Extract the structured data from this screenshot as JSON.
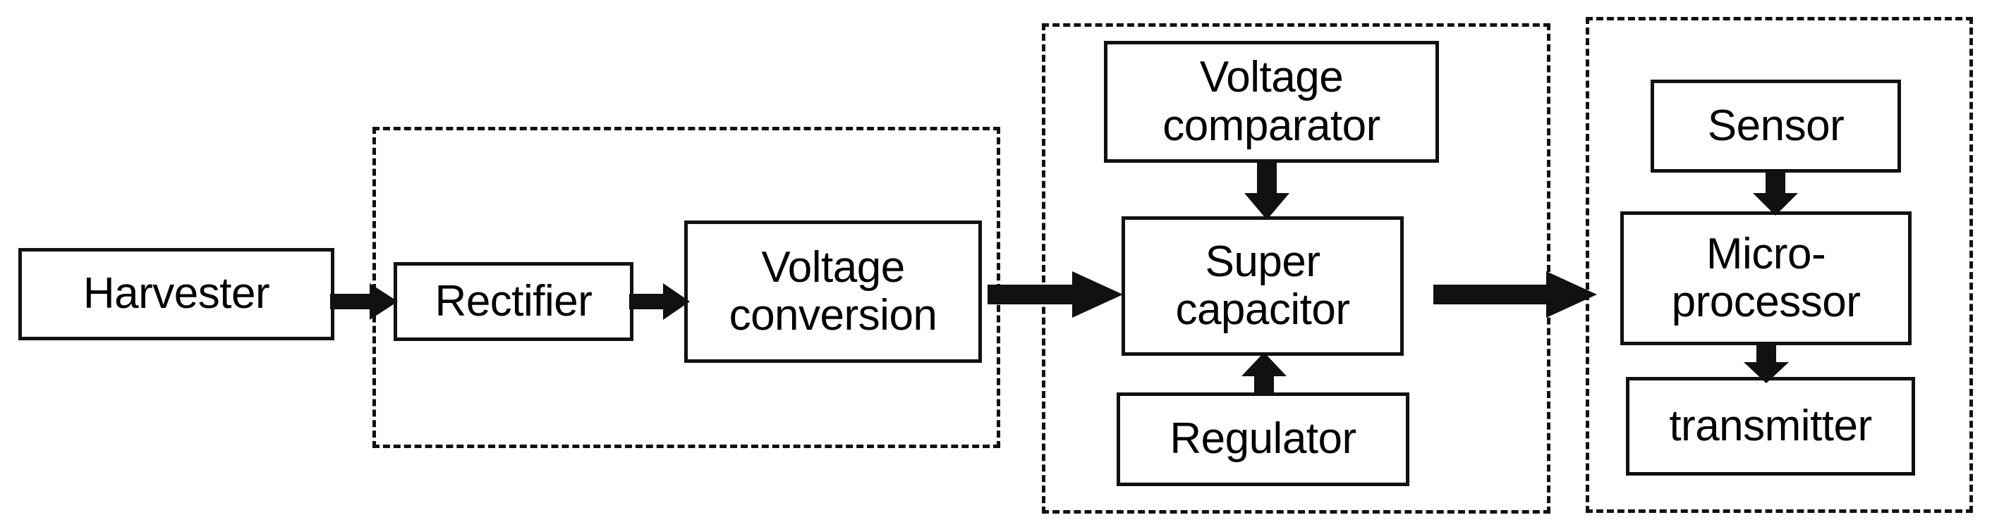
{
  "diagram": {
    "title": "Energy harvesting powered wireless sensor node block diagram",
    "background_color": "#ffffff",
    "stroke_color": "#111111",
    "text_color": "#000000"
  },
  "blocks": {
    "harvester": {
      "label": "Harvester"
    },
    "rectifier": {
      "label": "Rectifier"
    },
    "voltage_conversion": {
      "label": "Voltage\nconversion"
    },
    "voltage_comparator": {
      "label": "Voltage\ncomparator"
    },
    "super_capacitor": {
      "label": "Super\ncapacitor"
    },
    "regulator": {
      "label": "Regulator"
    },
    "sensor": {
      "label": "Sensor"
    },
    "microprocessor": {
      "label": "Micro-\nprocessor"
    },
    "transmitter": {
      "label": "transmitter"
    }
  },
  "groups": {
    "power_conditioning": {
      "label": ""
    },
    "energy_storage": {
      "label": ""
    },
    "sensor_node": {
      "label": ""
    }
  },
  "arrows": {
    "harvester_to_rectifier": {
      "icon": "arrow-right-icon"
    },
    "rectifier_to_voltage_conversion": {
      "icon": "arrow-right-icon"
    },
    "voltage_conversion_to_storage": {
      "icon": "arrow-right-icon"
    },
    "storage_to_sensor_node": {
      "icon": "arrow-right-icon"
    },
    "comparator_to_super_capacitor": {
      "icon": "arrow-down-icon"
    },
    "regulator_to_super_capacitor": {
      "icon": "arrow-up-icon"
    },
    "sensor_to_microprocessor": {
      "icon": "arrow-down-icon"
    },
    "microprocessor_to_transmitter": {
      "icon": "arrow-down-icon"
    }
  }
}
